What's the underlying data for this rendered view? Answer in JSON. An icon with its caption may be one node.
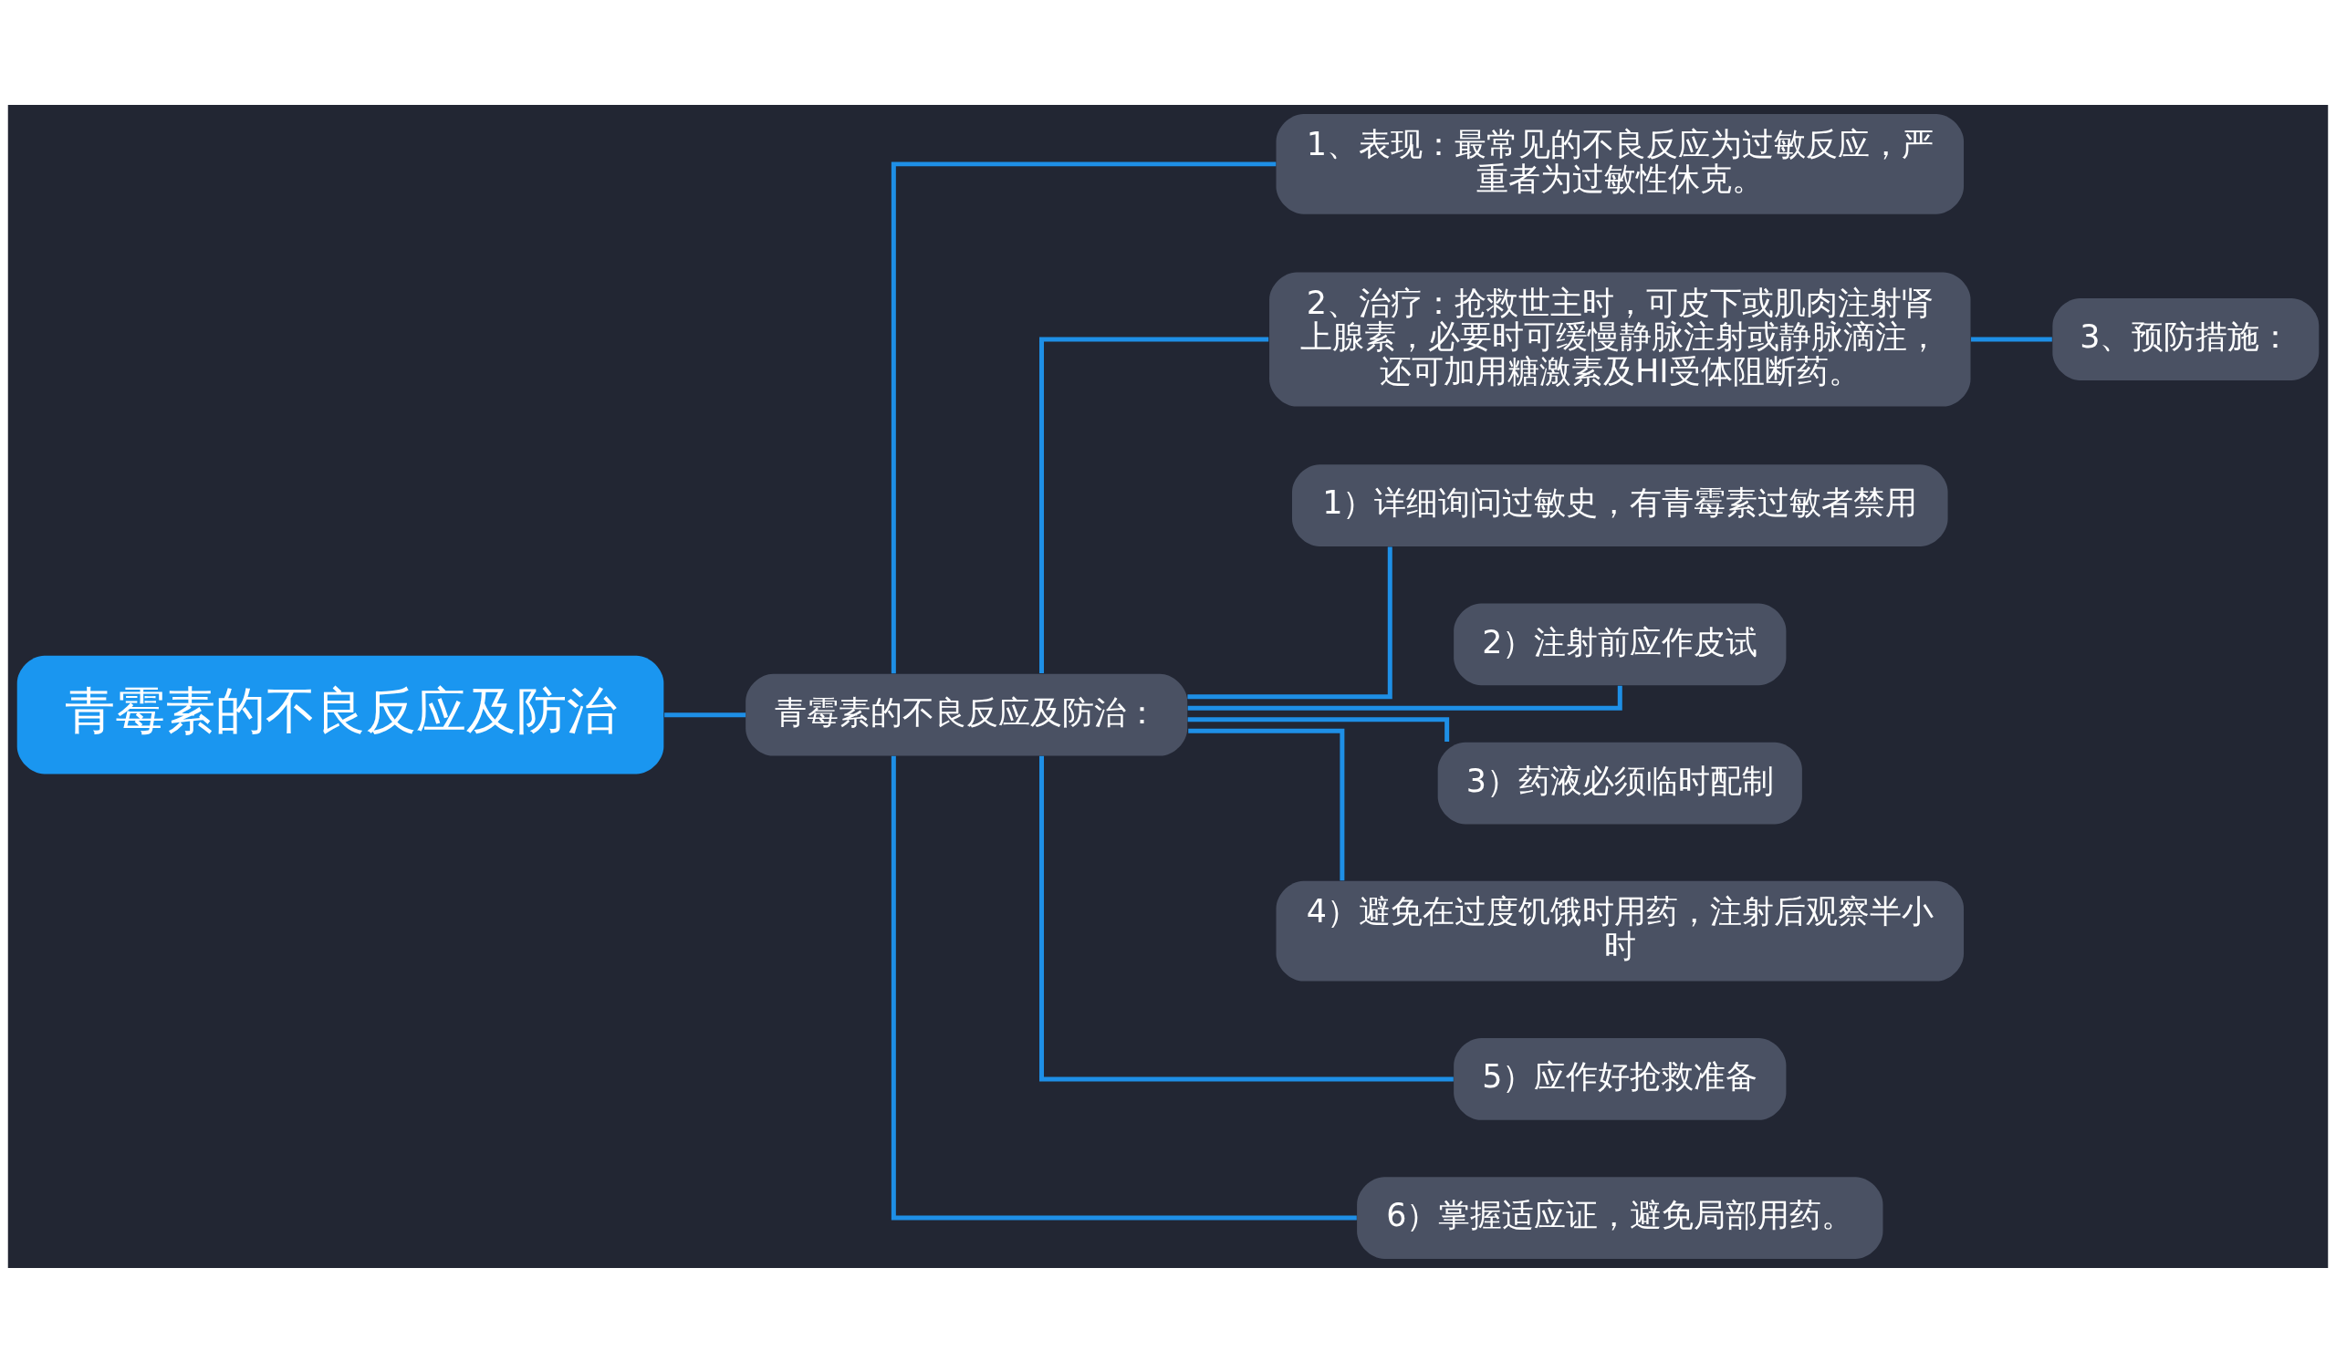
{
  "diagram": {
    "nodes": [
      {
        "text": [
          "青霉素的不良反应及防治"
        ]
      },
      {
        "text": [
          "青霉素的不良反应及防治："
        ]
      },
      {
        "text": [
          "1、表现：最常见的不良反应为过敏反应，严重者为过敏性休克。"
        ]
      },
      {
        "text": [
          "2、治疗：抢救世主时，可皮下或肌肉注射肾上腺素，必要时可缓慢静脉注射或静脉滴注，还可加用糖激素及HI受体阻断药。"
        ]
      },
      {
        "text": [
          "1）详细询问过敏史，有青霉素过敏者禁用"
        ]
      },
      {
        "text": [
          "2）注射前应作皮试"
        ]
      },
      {
        "text": [
          "3）药液必须临时配制"
        ]
      },
      {
        "text": [
          "4）避免在过度饥饿时用药，注射后观察半小时"
        ]
      },
      {
        "text": [
          "5）应作好抢救准备"
        ]
      },
      {
        "text": [
          "6）掌握适应证，避免局部用药。"
        ]
      },
      {
        "text": [
          "3、预防措施："
        ]
      }
    ],
    "edges": [
      {
        "from": 0,
        "to": 1,
        "arrow": "none"
      },
      {
        "from": 1,
        "to": 2,
        "arrow": "none"
      },
      {
        "from": 1,
        "to": 3,
        "arrow": "none"
      },
      {
        "from": 1,
        "to": 4,
        "arrow": "none"
      },
      {
        "from": 1,
        "to": 5,
        "arrow": "none"
      },
      {
        "from": 1,
        "to": 6,
        "arrow": "none"
      },
      {
        "from": 1,
        "to": 7,
        "arrow": "none"
      },
      {
        "from": 1,
        "to": 8,
        "arrow": "none"
      },
      {
        "from": 1,
        "to": 9,
        "arrow": "none"
      },
      {
        "from": 3,
        "to": 10,
        "arrow": "none"
      }
    ]
  }
}
